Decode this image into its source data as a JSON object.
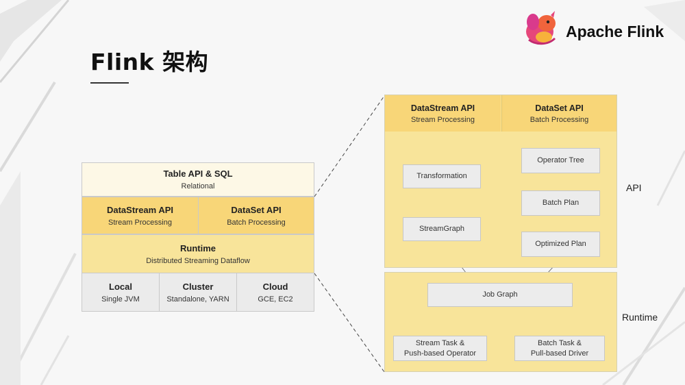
{
  "slide": {
    "title": "Flink 架构",
    "brand": "Apache Flink"
  },
  "stack": {
    "table_api": {
      "title": "Table API & SQL",
      "subtitle": "Relational"
    },
    "datastream": {
      "title": "DataStream API",
      "subtitle": "Stream Processing"
    },
    "dataset": {
      "title": "DataSet API",
      "subtitle": "Batch Processing"
    },
    "runtime": {
      "title": "Runtime",
      "subtitle": "Distributed Streaming Dataflow"
    },
    "deploy": [
      {
        "title": "Local",
        "subtitle": "Single JVM"
      },
      {
        "title": "Cluster",
        "subtitle": "Standalone, YARN"
      },
      {
        "title": "Cloud",
        "subtitle": "GCE, EC2"
      }
    ]
  },
  "detail": {
    "datastream": {
      "title": "DataStream API",
      "subtitle": "Stream Processing"
    },
    "dataset": {
      "title": "DataSet API",
      "subtitle": "Batch Processing"
    },
    "stream_nodes": [
      "Transformation",
      "StreamGraph"
    ],
    "batch_nodes": [
      "Operator Tree",
      "Batch Plan",
      "Optimized Plan"
    ],
    "job_graph": "Job Graph",
    "stream_task": [
      "Stream Task &",
      "Push-based Operator"
    ],
    "batch_task": [
      "Batch Task &",
      "Pull-based Driver"
    ],
    "label_api": "API",
    "label_runtime": "Runtime"
  },
  "colors": {
    "api_yellow": "#f8d678",
    "runtime_yellow": "#f8e49a",
    "table_cream": "#fdf8e6",
    "deploy_gray": "#ebebeb"
  },
  "icons": {
    "logo": "squirrel-logo-icon"
  }
}
